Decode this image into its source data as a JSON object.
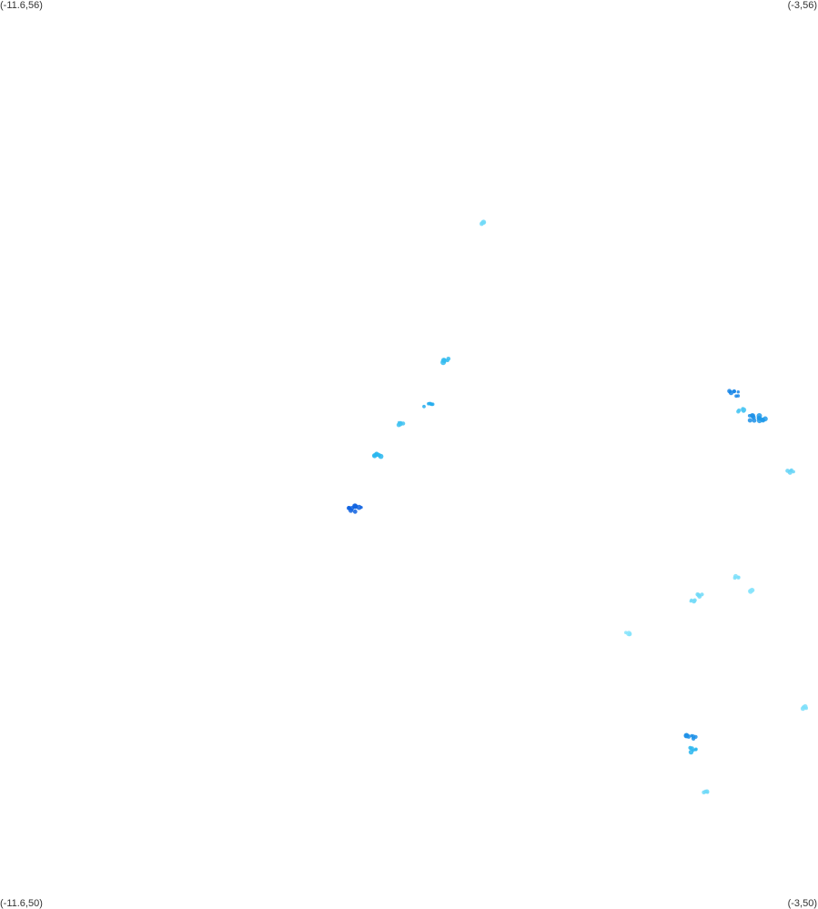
{
  "map": {
    "corners": {
      "top_left": "(-11.6,56)",
      "top_right": "(-3,56)",
      "bottom_left": "(-11.6,50)",
      "bottom_right": "(-3,50)"
    },
    "extent": {
      "lon_min": -11.6,
      "lon_max": -3,
      "lat_min": 50,
      "lat_max": 56
    },
    "colors": {
      "low": "#9ff0ff",
      "mid": "#29b6ee",
      "high": "#0b58e0"
    },
    "clusters": [
      {
        "lon": -6.51,
        "lat": 54.53,
        "level": 0.2
      },
      {
        "lon": -6.9,
        "lat": 53.62,
        "level": 0.45
      },
      {
        "lon": -7.1,
        "lat": 53.33,
        "level": 0.55
      },
      {
        "lon": -7.4,
        "lat": 53.2,
        "level": 0.4
      },
      {
        "lon": -7.64,
        "lat": 53.0,
        "level": 0.5
      },
      {
        "lon": -7.86,
        "lat": 52.64,
        "level": 0.95
      },
      {
        "lon": -3.88,
        "lat": 53.4,
        "level": 0.75
      },
      {
        "lon": -3.8,
        "lat": 53.29,
        "level": 0.35
      },
      {
        "lon": -3.67,
        "lat": 53.24,
        "level": 0.7
      },
      {
        "lon": -3.61,
        "lat": 53.24,
        "level": 0.65
      },
      {
        "lon": -3.29,
        "lat": 52.89,
        "level": 0.25
      },
      {
        "lon": -3.86,
        "lat": 52.19,
        "level": 0.15
      },
      {
        "lon": -4.24,
        "lat": 52.07,
        "level": 0.2
      },
      {
        "lon": -4.32,
        "lat": 52.03,
        "level": 0.2
      },
      {
        "lon": -3.69,
        "lat": 52.1,
        "level": 0.1
      },
      {
        "lon": -5.0,
        "lat": 51.82,
        "level": 0.1
      },
      {
        "lon": -3.14,
        "lat": 51.33,
        "level": 0.15
      },
      {
        "lon": -4.34,
        "lat": 51.14,
        "level": 0.7
      },
      {
        "lon": -4.32,
        "lat": 51.05,
        "level": 0.5
      },
      {
        "lon": -4.17,
        "lat": 50.77,
        "level": 0.2
      }
    ]
  }
}
